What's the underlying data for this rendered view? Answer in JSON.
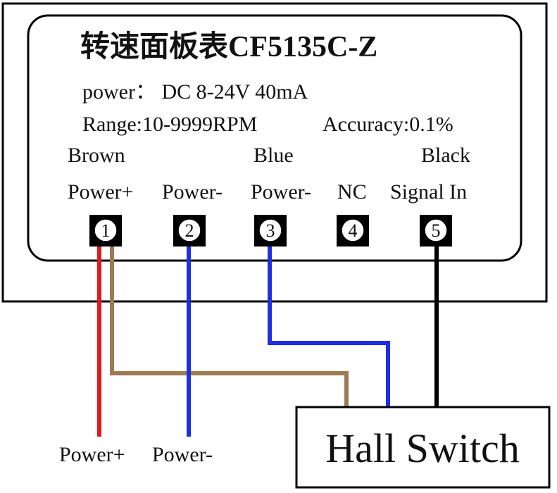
{
  "panel": {
    "title": "转速面板表CF5135C-Z",
    "power_spec": "power： DC 8-24V  40mA",
    "range_spec": "Range:10-9999RPM",
    "accuracy_spec": "Accuracy:0.1%"
  },
  "wire_colors_labels": {
    "brown": "Brown",
    "blue": "Blue",
    "black": "Black"
  },
  "pins": [
    {
      "number": "1",
      "label": "Power+"
    },
    {
      "number": "2",
      "label": "Power-"
    },
    {
      "number": "3",
      "label": "Power-"
    },
    {
      "number": "4",
      "label": "NC"
    },
    {
      "number": "5",
      "label": "Signal In"
    }
  ],
  "external": {
    "power_plus": "Power+",
    "power_minus": "Power-",
    "hall_switch": "Hall Switch"
  },
  "colors": {
    "red": "#e0191b",
    "brown": "#9c7a52",
    "blue": "#1f2ee0",
    "black": "#000000"
  }
}
